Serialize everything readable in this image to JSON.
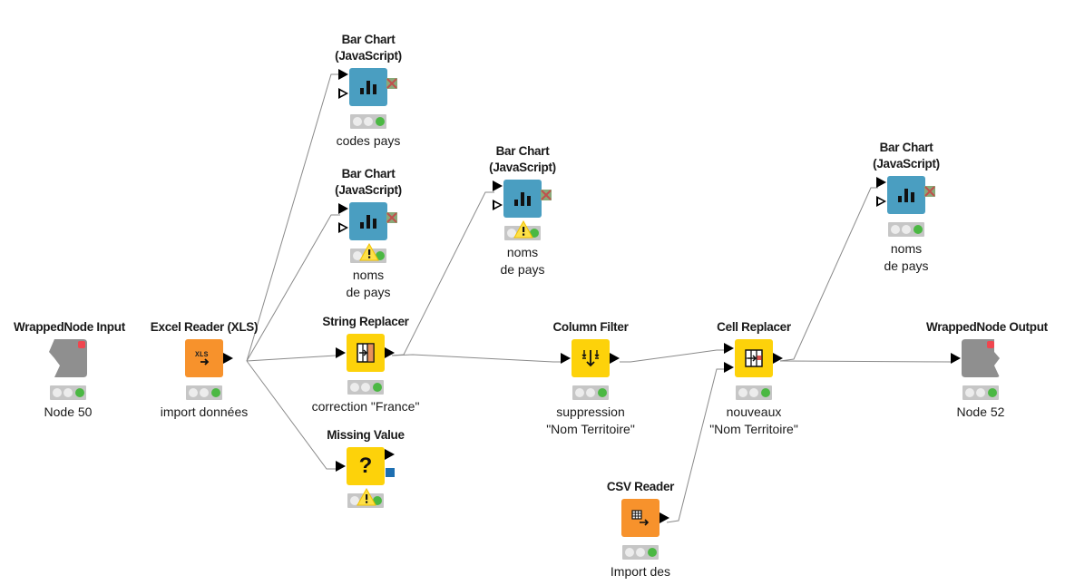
{
  "workflow": {
    "nodes": [
      {
        "id": "wrapped-input",
        "title": "WrappedNode Input",
        "label": "Node 50",
        "type": "wrapped-input",
        "icon": "wrapped-input-icon",
        "status": "executed",
        "warning": false
      },
      {
        "id": "excel-reader",
        "title": "Excel Reader (XLS)",
        "label": "import données",
        "type": "source",
        "icon": "xls-reader-icon",
        "icon_text": "XLS",
        "status": "executed",
        "warning": false
      },
      {
        "id": "bar-chart-1",
        "title_lines": [
          "Bar Chart",
          "(JavaScript)"
        ],
        "label_lines": [
          "codes pays"
        ],
        "type": "visualizer",
        "icon": "bar-chart-icon",
        "status": "executed",
        "warning": false
      },
      {
        "id": "bar-chart-2",
        "title_lines": [
          "Bar Chart",
          "(JavaScript)"
        ],
        "label_lines": [
          "noms",
          "de pays"
        ],
        "type": "visualizer",
        "icon": "bar-chart-icon",
        "status": "executed",
        "warning": true
      },
      {
        "id": "string-replacer",
        "title": "String Replacer",
        "label": "correction \"France\"",
        "type": "manipulator",
        "icon": "string-replacer-icon",
        "status": "executed",
        "warning": false
      },
      {
        "id": "missing-value",
        "title": "Missing Value",
        "label": "",
        "type": "manipulator",
        "icon": "question-mark-icon",
        "icon_text": "?",
        "status": "executed",
        "warning": true
      },
      {
        "id": "bar-chart-3",
        "title_lines": [
          "Bar Chart",
          "(JavaScript)"
        ],
        "label_lines": [
          "noms",
          "de pays"
        ],
        "type": "visualizer",
        "icon": "bar-chart-icon",
        "status": "executed",
        "warning": true
      },
      {
        "id": "column-filter",
        "title": "Column Filter",
        "label_lines": [
          "suppression",
          "\"Nom Territoire\""
        ],
        "type": "manipulator",
        "icon": "column-filter-icon",
        "status": "executed",
        "warning": false
      },
      {
        "id": "csv-reader",
        "title": "CSV Reader",
        "label": "Import des",
        "type": "source",
        "icon": "csv-reader-icon",
        "status": "executed",
        "warning": false
      },
      {
        "id": "cell-replacer",
        "title": "Cell Replacer",
        "label_lines": [
          "nouveaux",
          "\"Nom Territoire\""
        ],
        "type": "manipulator",
        "icon": "cell-replacer-icon",
        "status": "executed",
        "warning": false
      },
      {
        "id": "bar-chart-4",
        "title_lines": [
          "Bar Chart",
          "(JavaScript)"
        ],
        "label_lines": [
          "noms",
          "de pays"
        ],
        "type": "visualizer",
        "icon": "bar-chart-icon",
        "status": "executed",
        "warning": false
      },
      {
        "id": "wrapped-output",
        "title": "WrappedNode Output",
        "label": "Node 52",
        "type": "wrapped-output",
        "icon": "wrapped-output-icon",
        "status": "executed",
        "warning": false
      }
    ],
    "connections": [
      {
        "from": "excel-reader",
        "to": "bar-chart-1"
      },
      {
        "from": "excel-reader",
        "to": "bar-chart-2"
      },
      {
        "from": "excel-reader",
        "to": "string-replacer"
      },
      {
        "from": "excel-reader",
        "to": "missing-value"
      },
      {
        "from": "string-replacer",
        "to": "bar-chart-3"
      },
      {
        "from": "string-replacer",
        "to": "column-filter"
      },
      {
        "from": "column-filter",
        "to": "cell-replacer",
        "port": 1
      },
      {
        "from": "csv-reader",
        "to": "cell-replacer",
        "port": 2
      },
      {
        "from": "cell-replacer",
        "to": "bar-chart-4"
      },
      {
        "from": "cell-replacer",
        "to": "wrapped-output"
      }
    ]
  },
  "colors": {
    "visualizer": "#4a9ec1",
    "manipulator": "#fdd20a",
    "source": "#f7922c",
    "wrapped": "#8f8f8f",
    "status_green": "#4bb843",
    "wrapped_flag": "#f0464f",
    "warning": "#fde047"
  }
}
